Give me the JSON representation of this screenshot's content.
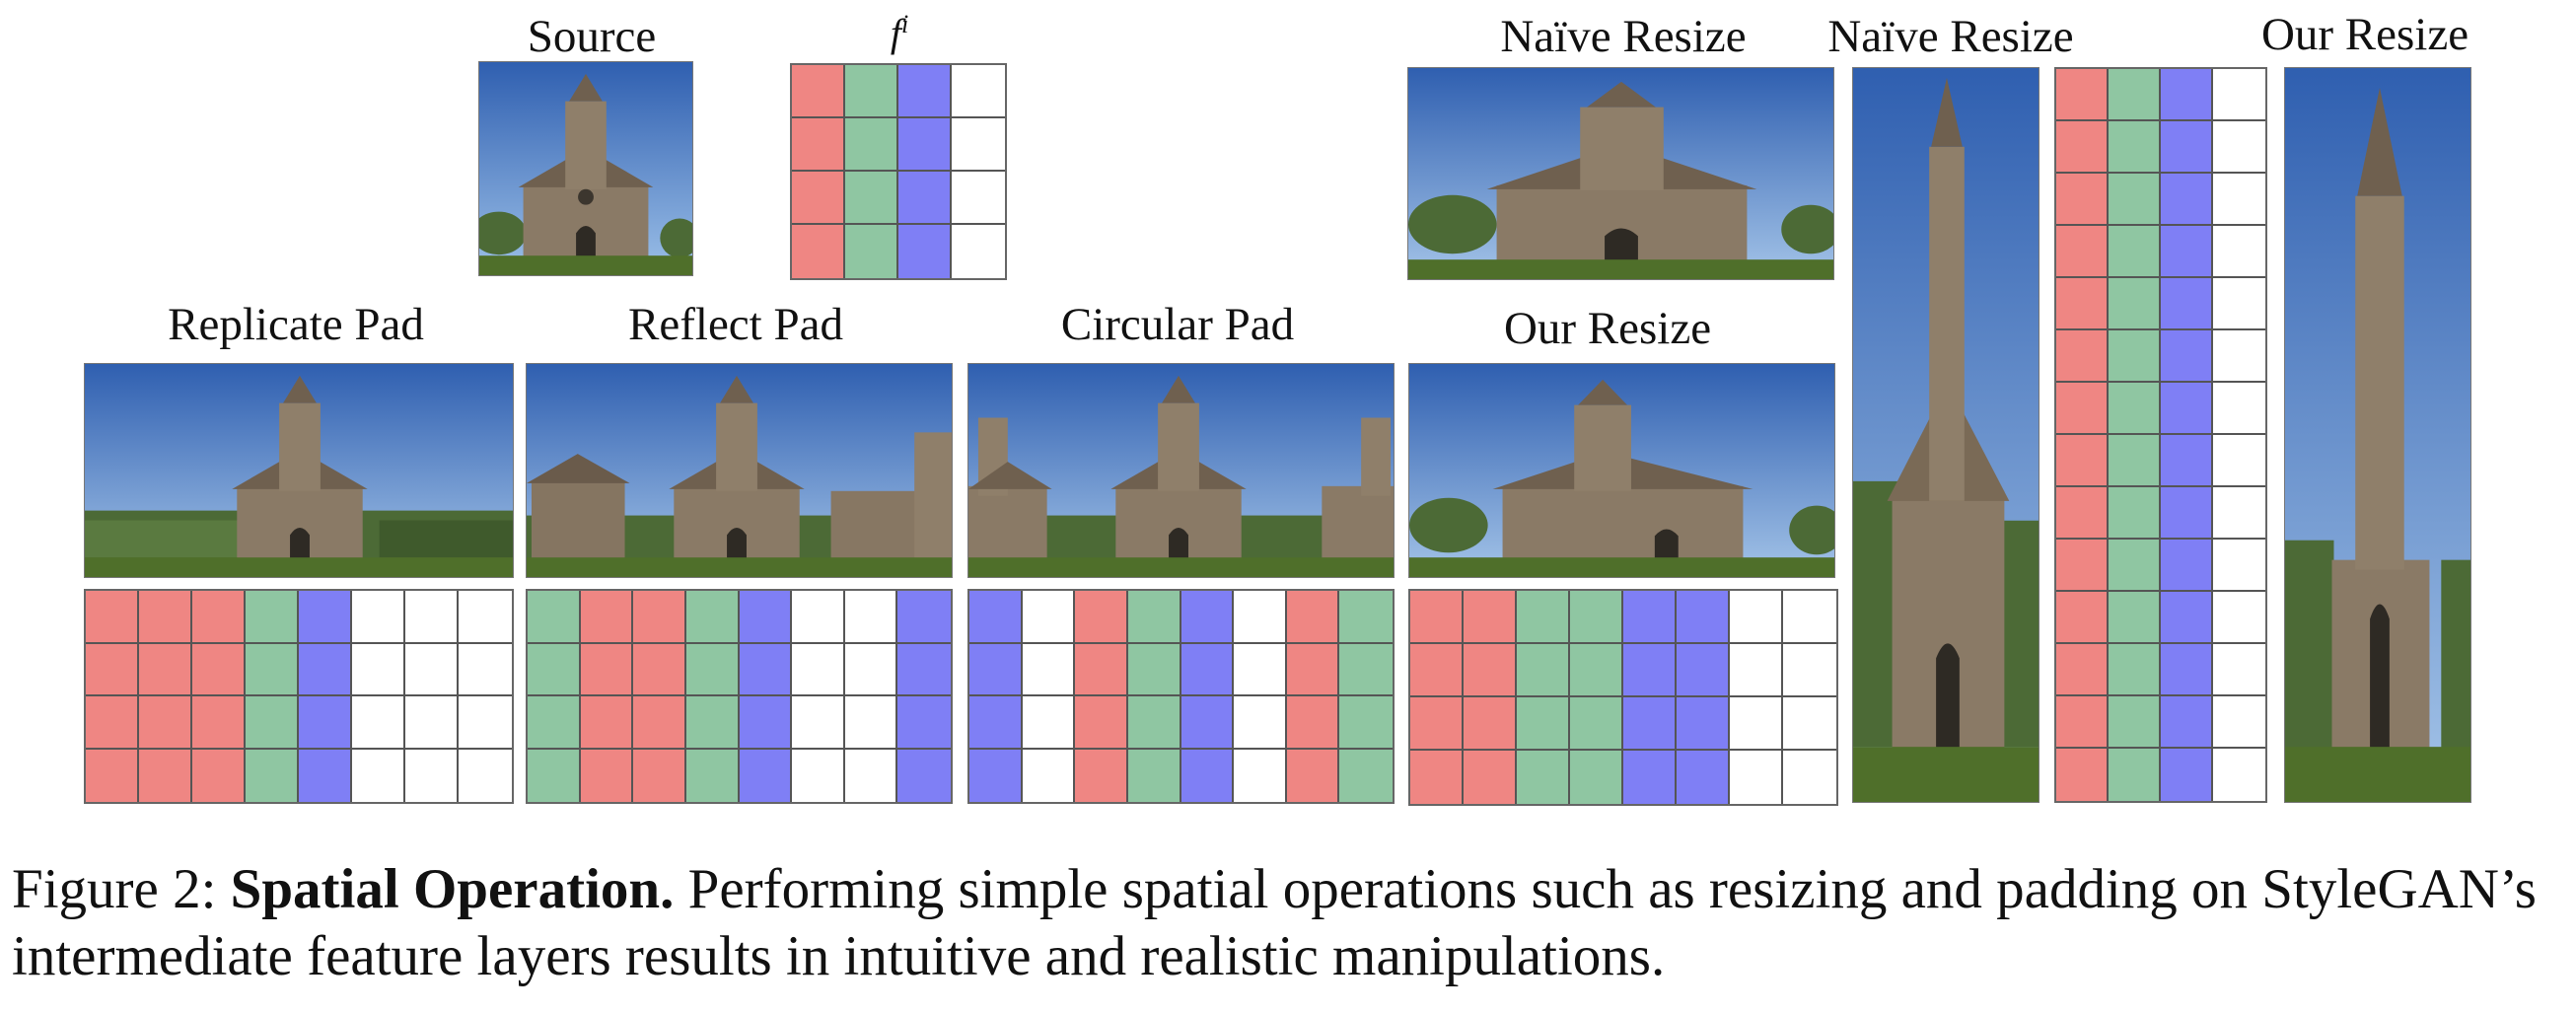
{
  "colors": {
    "red": "#ef8683",
    "green": "#8fc6a2",
    "blue": "#7f7ff5",
    "white": "#ffffff",
    "sky_top": "#2f5fb0",
    "sky_bottom": "#9cc0e8",
    "stone": "#8a7a66",
    "grass": "#4f6f2a"
  },
  "labels": {
    "source": "Source",
    "fi_base": "f",
    "fi_sup": "i",
    "replicate": "Replicate Pad",
    "reflect": "Reflect Pad",
    "circular": "Circular Pad",
    "naive_h": "Naïve Resize",
    "our_h": "Our Resize",
    "naive_v": "Naïve Resize",
    "our_v": "Our Resize"
  },
  "grids": {
    "fi": {
      "cols": [
        "red",
        "green",
        "blue",
        "white"
      ],
      "rows": 4
    },
    "replicate": {
      "cols": [
        "red",
        "red",
        "red",
        "green",
        "blue",
        "white",
        "white",
        "white"
      ],
      "rows": 4
    },
    "reflect": {
      "cols": [
        "green",
        "red",
        "red",
        "green",
        "blue",
        "white",
        "white",
        "blue"
      ],
      "rows": 4
    },
    "circular": {
      "cols": [
        "blue",
        "white",
        "red",
        "green",
        "blue",
        "white",
        "red",
        "green"
      ],
      "rows": 4
    },
    "resize_h": {
      "cols": [
        "red",
        "red",
        "green",
        "green",
        "blue",
        "blue",
        "white",
        "white"
      ],
      "rows": 4
    },
    "resize_v": {
      "cols": [
        "red",
        "green",
        "blue",
        "white"
      ],
      "rows": 14
    }
  },
  "caption": {
    "prefix": "Figure 2: ",
    "bold": "Spatial Operation.",
    "text": " Performing simple spatial operations such as resizing and padding on StyleGAN’s intermediate feature layers results in intuitive and realistic manipulations."
  }
}
